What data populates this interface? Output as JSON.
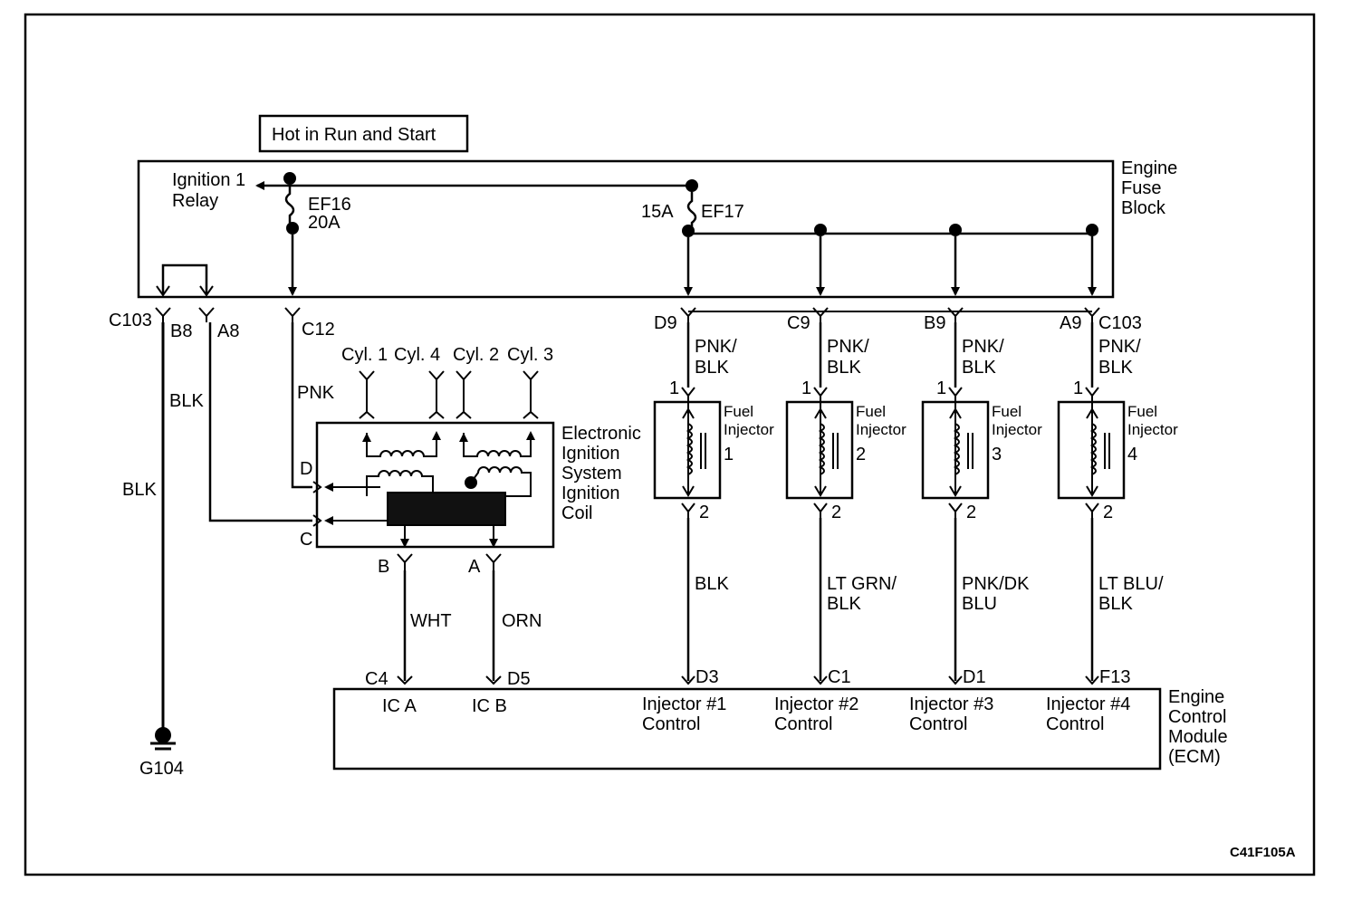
{
  "header": {
    "hot_label": "Hot in Run and Start"
  },
  "fuse_block": {
    "name_lines": [
      "Engine",
      "Fuse",
      "Block"
    ],
    "relay_lines": [
      "Ignition 1",
      "Relay"
    ],
    "ef16_name": "EF16",
    "ef16_rating": "20A",
    "ef17_name": "EF17",
    "ef17_rating": "15A"
  },
  "connectors": {
    "c103_left": "C103",
    "b8": "B8",
    "a8": "A8",
    "c12": "C12",
    "d9": "D9",
    "c9": "C9",
    "b9": "B9",
    "a9": "A9",
    "c103_right": "C103"
  },
  "wires": {
    "blk_a8": "BLK",
    "blk_b8": "BLK",
    "pnk_c12": "PNK",
    "wht": "WHT",
    "orn": "ORN"
  },
  "ignition": {
    "cylinders": [
      "Cyl. 1",
      "Cyl. 4",
      "Cyl. 2",
      "Cyl. 3"
    ],
    "name_lines": [
      "Electronic",
      "Ignition",
      "System",
      "Ignition",
      "Coil"
    ],
    "pin_d": "D",
    "pin_c": "C",
    "pin_b": "B",
    "pin_a": "A"
  },
  "injectors": [
    {
      "top_lines": [
        "PNK/",
        "BLK"
      ],
      "pin1": "1",
      "pin2": "2",
      "name_lines": [
        "Fuel",
        "Injector"
      ],
      "num": "1",
      "bottom_lines": [
        "BLK"
      ],
      "ecm_pin": "D3",
      "ecm_lines": [
        "Injector #1",
        "Control"
      ]
    },
    {
      "top_lines": [
        "PNK/",
        "BLK"
      ],
      "pin1": "1",
      "pin2": "2",
      "name_lines": [
        "Fuel",
        "Injector"
      ],
      "num": "2",
      "bottom_lines": [
        "LT GRN/",
        "BLK"
      ],
      "ecm_pin": "C1",
      "ecm_lines": [
        "Injector #2",
        "Control"
      ]
    },
    {
      "top_lines": [
        "PNK/",
        "BLK"
      ],
      "pin1": "1",
      "pin2": "2",
      "name_lines": [
        "Fuel",
        "Injector"
      ],
      "num": "3",
      "bottom_lines": [
        "PNK/DK",
        "BLU"
      ],
      "ecm_pin": "D1",
      "ecm_lines": [
        "Injector #3",
        "Control"
      ]
    },
    {
      "top_lines": [
        "PNK/",
        "BLK"
      ],
      "pin1": "1",
      "pin2": "2",
      "name_lines": [
        "Fuel",
        "Injector"
      ],
      "num": "4",
      "bottom_lines": [
        "LT BLU/",
        "BLK"
      ],
      "ecm_pin": "F13",
      "ecm_lines": [
        "Injector #4",
        "Control"
      ]
    }
  ],
  "ecm": {
    "pin_c4": "C4",
    "pin_d5": "D5",
    "ic_a": "IC A",
    "ic_b": "IC B",
    "name_lines": [
      "Engine",
      "Control",
      "Module",
      "(ECM)"
    ]
  },
  "ground": {
    "label": "G104"
  },
  "figure_code": "C41F105A"
}
